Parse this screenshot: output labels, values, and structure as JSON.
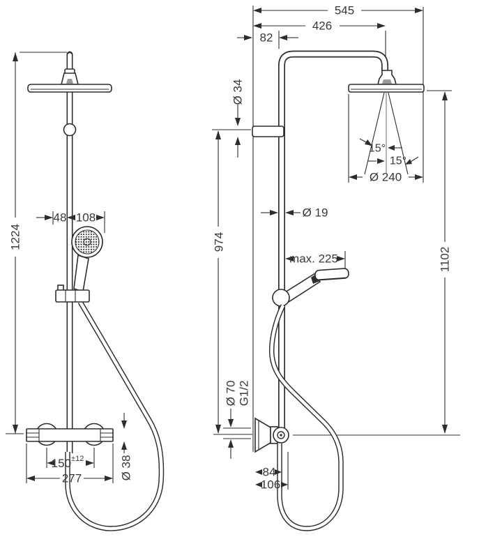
{
  "meta": {
    "drawing_type": "technical dimension drawing",
    "product": "shower system with overhead shower, hand shower and thermostat",
    "views": [
      "front",
      "side"
    ],
    "units": "mm"
  },
  "colors": {
    "line": "#2d2d2d",
    "text": "#383838",
    "background": "#ffffff",
    "shade": "#9a9a9a"
  },
  "front_view": {
    "overall_height": "1224",
    "handshower_offset": "48",
    "handshower_width": "108",
    "handle_distance": "150",
    "handle_distance_tolerance": "±12",
    "valve_width": "277",
    "valve_diameter": "Ø 38"
  },
  "side_view": {
    "overall_projection": "545",
    "arm_projection": "426",
    "riser_offset": "82",
    "bracket_diameter": "Ø 34",
    "spray_angle_1": "15°",
    "spray_angle_2": "15°",
    "head_diameter": "Ø 240",
    "riser_pipe_diameter": "Ø 19",
    "rail_length": "974",
    "head_height": "1102",
    "handshower_reach": "max. 225",
    "escutcheon_diameter": "Ø 70",
    "connection_thread": "G1/2",
    "depth_to_holder": "84",
    "depth_to_hose": "106"
  }
}
